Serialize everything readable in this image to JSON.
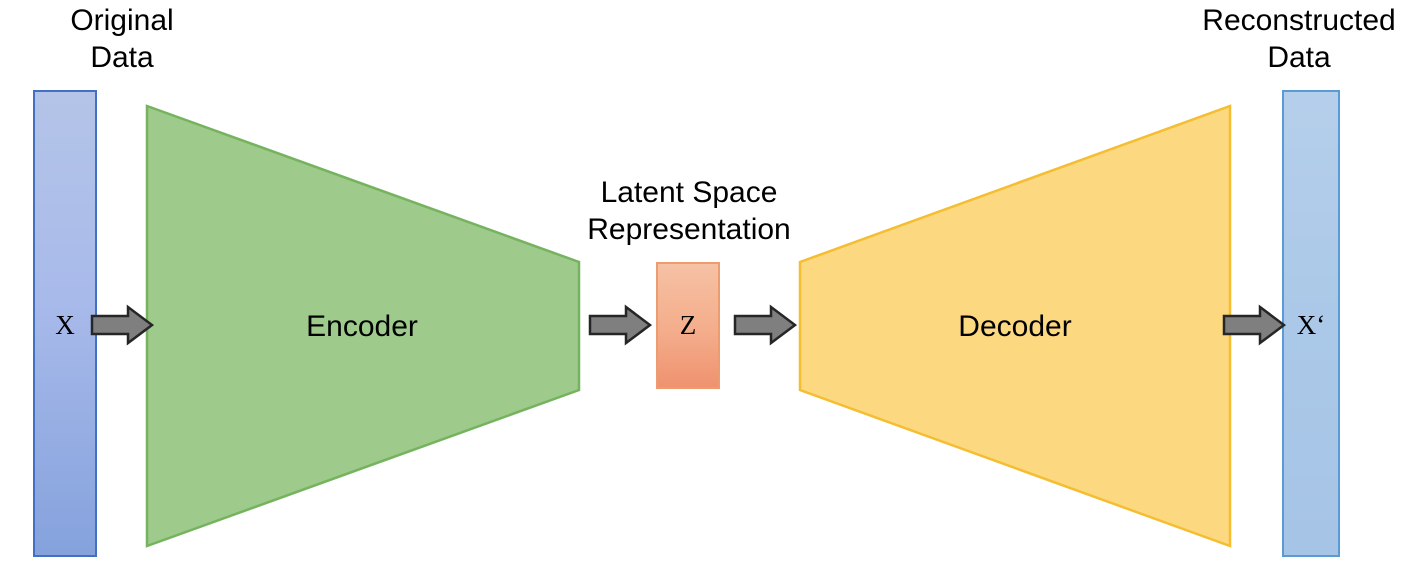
{
  "diagram": {
    "title_semantic": "autoencoder-architecture",
    "labels": {
      "original_data": "Original\nData",
      "reconstructed_data": "Reconstructed\nData",
      "latent_space": "Latent Space\nRepresentation",
      "encoder": "Encoder",
      "decoder": "Decoder",
      "input_variable": "X",
      "latent_variable": "Z",
      "output_variable": "X‘"
    },
    "colors": {
      "original_bar_fill": "#a8baea",
      "original_bar_border": "#4271c4",
      "reconstructed_bar_fill": "#abc8e8",
      "reconstructed_bar_border": "#5b9bd5",
      "encoder_fill": "#9ecb8c",
      "encoder_border": "#76b35f",
      "decoder_fill": "#fcd980",
      "decoder_border": "#f5bd30",
      "latent_fill": "#f4ad8b",
      "latent_border": "#ed9c6f",
      "arrow_fill": "#7f7f7f",
      "arrow_border": "#262626",
      "text": "#000000",
      "background": "#ffffff"
    },
    "arrows": [
      {
        "name": "arrow-input-to-encoder",
        "from": "X",
        "to": "Encoder"
      },
      {
        "name": "arrow-encoder-to-latent",
        "from": "Encoder",
        "to": "Z"
      },
      {
        "name": "arrow-latent-to-decoder",
        "from": "Z",
        "to": "Decoder"
      },
      {
        "name": "arrow-decoder-to-output",
        "from": "Decoder",
        "to": "X‘"
      }
    ]
  }
}
